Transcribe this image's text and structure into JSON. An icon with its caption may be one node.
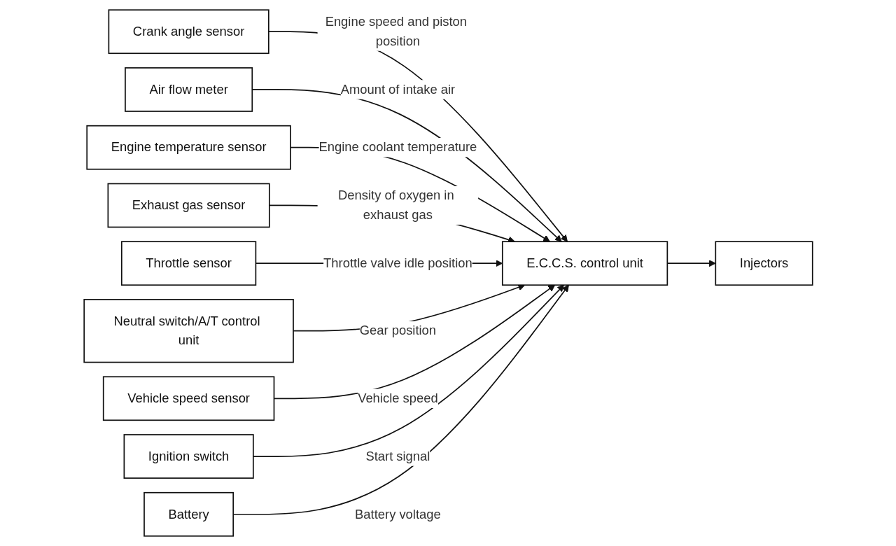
{
  "diagram": {
    "nodes": [
      {
        "text": [
          "Crank angle sensor"
        ]
      },
      {
        "text": [
          "Air flow meter"
        ]
      },
      {
        "text": [
          "Engine temperature sensor"
        ]
      },
      {
        "text": [
          "Exhaust gas sensor"
        ]
      },
      {
        "text": [
          "Throttle sensor"
        ]
      },
      {
        "text": [
          "Neutral switch/A/T control unit"
        ]
      },
      {
        "text": [
          "Vehicle speed sensor"
        ]
      },
      {
        "text": [
          "Ignition switch"
        ]
      },
      {
        "text": [
          "Battery"
        ]
      },
      {
        "text": [
          "E.C.C.S. control unit"
        ]
      },
      {
        "text": [
          "Injectors"
        ]
      }
    ],
    "edges": [
      {
        "from": 0,
        "to": 9,
        "arrow": "to",
        "label": "Engine speed and piston position"
      },
      {
        "from": 1,
        "to": 9,
        "arrow": "to",
        "label": "Amount of intake air"
      },
      {
        "from": 2,
        "to": 9,
        "arrow": "to",
        "label": "Engine coolant temperature"
      },
      {
        "from": 3,
        "to": 9,
        "arrow": "to",
        "label": "Density of oxygen in exhaust gas"
      },
      {
        "from": 4,
        "to": 9,
        "arrow": "to",
        "label": "Throttle valve idle position"
      },
      {
        "from": 5,
        "to": 9,
        "arrow": "to",
        "label": "Gear position"
      },
      {
        "from": 6,
        "to": 9,
        "arrow": "to",
        "label": "Vehicle speed"
      },
      {
        "from": 7,
        "to": 9,
        "arrow": "to",
        "label": "Start signal"
      },
      {
        "from": 8,
        "to": 9,
        "arrow": "to",
        "label": "Battery voltage"
      },
      {
        "from": 9,
        "to": 10,
        "arrow": "to"
      }
    ]
  }
}
